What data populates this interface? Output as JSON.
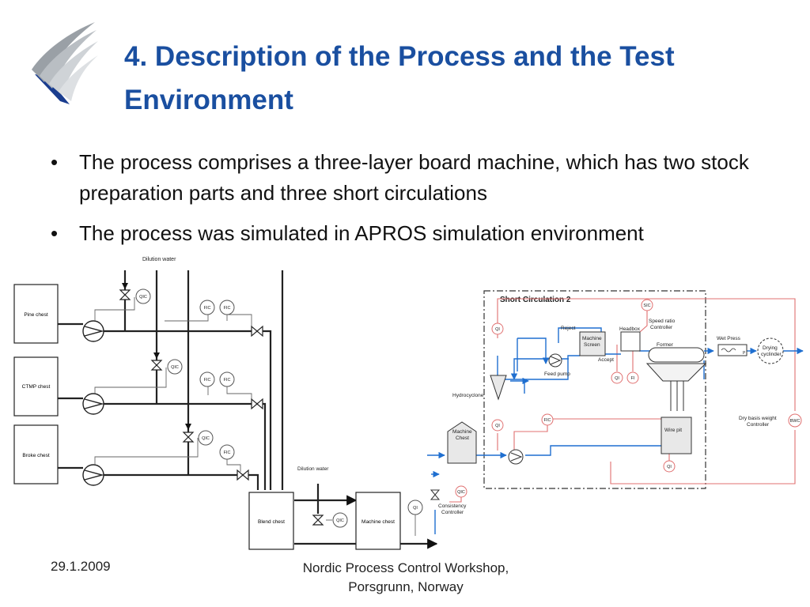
{
  "slide": {
    "title": "4. Description of the Process and the Test Environment",
    "bullets": [
      "The process comprises a three-layer board machine, which has two stock preparation parts and three short circulations",
      "The process was simulated in APROS simulation environment"
    ],
    "bullet_glyph": "•",
    "footer": {
      "date": "29.1.2009",
      "line1": "Nordic Process Control Workshop,",
      "line2": "Porsgrunn, Norway"
    }
  },
  "left_diagram": {
    "dilution_water_top": "Dilution water",
    "dilution_water_mid": "Dilution water",
    "chests": [
      "Pine chest",
      "CTMP chest",
      "Broke chest"
    ],
    "blend_chest": "Blend chest",
    "machine_chest": "Machine chest",
    "tags": {
      "qic": "QIC",
      "fic": "FIC",
      "qi": "QI"
    }
  },
  "right_diagram": {
    "title": "Short Circulation 2",
    "tags": {
      "sic": "SIC",
      "qi": "QI",
      "fic": "FIC",
      "fi": "FI",
      "qic": "QIC",
      "bwc": "BWC"
    },
    "labels": {
      "speed_ratio": "Speed ratio",
      "controller": "Controller",
      "reject": "Reject",
      "machine": "Machine",
      "screen": "Screen",
      "headbox": "Headbox",
      "former": "Former",
      "accept": "Accept",
      "feed_pump": "Feed pump",
      "hydrocyclone": "Hydrocyclone",
      "machine_chest_1": "Machine",
      "machine_chest_2": "Chest",
      "wire_pit": "Wire pit",
      "wet_press": "Wet Press",
      "p": "P",
      "drying_1": "Drying",
      "drying_2": "cyclinder",
      "dry_basis_1": "Dry basis weight",
      "dry_basis_2": "Controller",
      "consistency_1": "Consistency",
      "consistency_2": "Controller"
    }
  },
  "colors": {
    "title": "#1a4fa0",
    "flow_blue": "#1f6fd0",
    "control_red": "#e07070",
    "logo_blue": "#1a3d8f"
  }
}
